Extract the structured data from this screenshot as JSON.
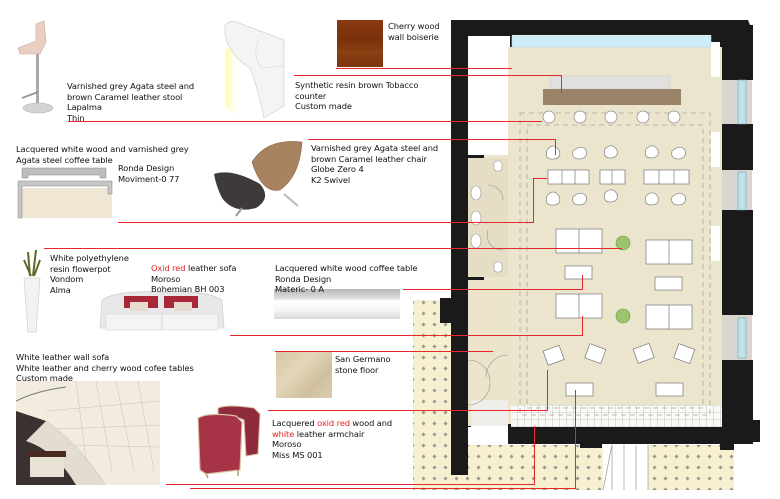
{
  "title": "Lounge bar interior design material board",
  "colors": {
    "leader": "#e8262b",
    "accent_red": "#e52421",
    "wall": "#1a1a1a",
    "floor": "#ece5cd",
    "outdoor": "#f6efd0",
    "glass": "#cdeef8",
    "counter": "#9a8368",
    "cherry": "#8a3a10"
  },
  "items": {
    "stool": {
      "lines": [
        "Varnished grey Agata steel and",
        "brown Caramel leather stool",
        "Lapalma",
        "Thin"
      ],
      "icon": "bar-stool-icon"
    },
    "counter": {
      "lines": [
        "Synthetic resin brown Tobacco",
        "counter",
        "Custom made"
      ],
      "icon": "counter-icon"
    },
    "boiserie": {
      "lines": [
        "Cherry wood",
        "wall boiserie"
      ],
      "icon": "wood-swatch-icon"
    },
    "coffee_table_1": {
      "lines": [
        "Lacquered white wood and varnished grey",
        "Agata steel coffee table"
      ],
      "brand": [
        "Ronda Design",
        "Moviment-0 77"
      ],
      "icon": "coffee-table-icon"
    },
    "chair": {
      "lines": [
        "Varnished grey Agata steel and",
        "brown Caramel leather chair",
        "Globe Zero 4",
        "K2 Swivel"
      ],
      "icon": "swivel-chair-icon"
    },
    "flowerpot": {
      "lines": [
        "White polyethylene",
        "resin flowerpot",
        "Vondom",
        "Alma"
      ],
      "icon": "flowerpot-icon"
    },
    "sofa": {
      "highlight": "Oxid red",
      "rest": " leather sofa",
      "lines": [
        "Moroso",
        "Bohemian BH 003"
      ],
      "icon": "sofa-icon"
    },
    "coffee_table_2": {
      "lines": [
        "Lacquered white wood coffee table",
        "Ronda Design",
        "Materic- 0 A"
      ],
      "icon": "low-table-icon"
    },
    "stone_floor": {
      "lines": [
        "San Germano",
        "stone floor"
      ],
      "icon": "stone-swatch-icon"
    },
    "wall_sofa": {
      "lines": [
        "White leather wall sofa",
        "White leather and cherry wood cofee tables",
        "Custom made"
      ],
      "icon": "wall-sofa-photo-icon"
    },
    "armchair": {
      "line1_pre": "Lacquered ",
      "line1_red": "oxid red",
      "line1_post": " wood and",
      "line2_red": "white",
      "line2_post": " leather armchair",
      "lines": [
        "Moroso",
        "Miss MS 001"
      ],
      "icon": "armchair-icon"
    }
  },
  "plan": {
    "icon": "floor-plan-icon"
  }
}
